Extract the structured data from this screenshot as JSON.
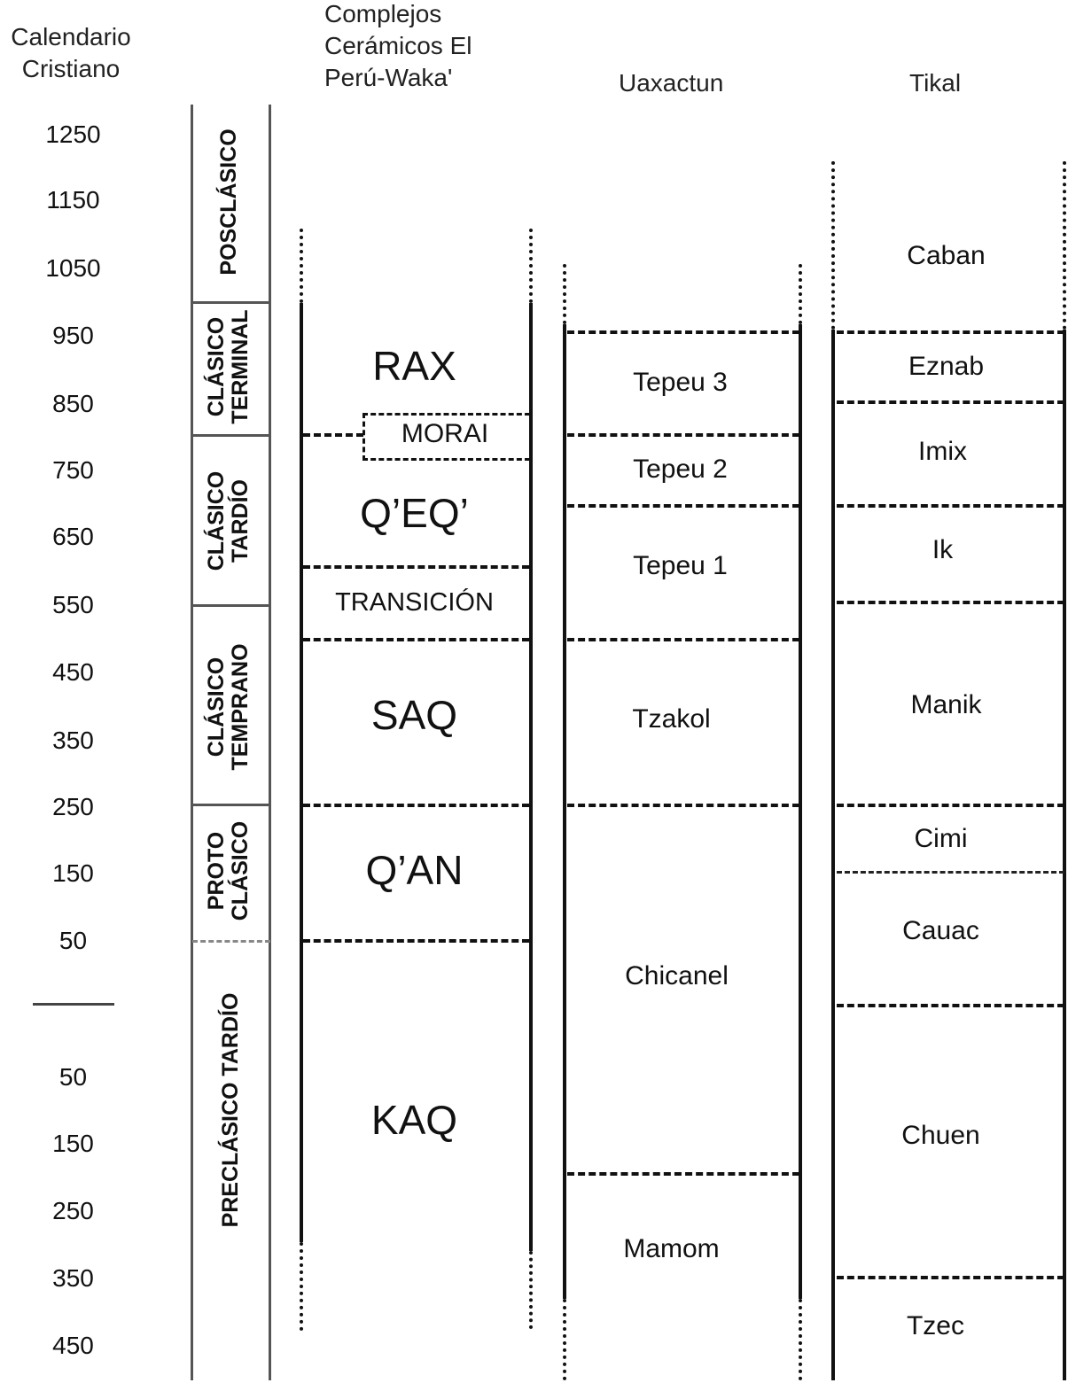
{
  "headers": {
    "calendar": "Calendario Cristiano",
    "peru_waka": "Complejos Cerámicos El Perú-Waka'",
    "uaxactun": "Uaxactun",
    "tikal": "Tikal"
  },
  "years": [
    "1250",
    "1150",
    "1050",
    "950",
    "850",
    "750",
    "650",
    "550",
    "450",
    "350",
    "250",
    "150",
    "50",
    "50",
    "150",
    "250",
    "350",
    "450"
  ],
  "periods": {
    "posclasico": "POSCLÁSICO",
    "clasico_terminal": [
      "CLÁSICO",
      "TERMINAL"
    ],
    "clasico_tardio": [
      "CLÁSICO",
      "TARDÍO"
    ],
    "clasico_temprano": [
      "CLÁSICO",
      "TEMPRANO"
    ],
    "proto_clasico": [
      "PROTO",
      "CLÁSICO"
    ],
    "preclasico_tardio": "PRECLÁSICO TARDÍO"
  },
  "peru_waka_phases": {
    "rax": "RAX",
    "morai": "MORAI",
    "qeq": "Q’EQ’",
    "transicion": "TRANSICIÓN",
    "saq": "SAQ",
    "qan": "Q’AN",
    "kaq": "KAQ"
  },
  "uaxactun_phases": {
    "tepeu3": "Tepeu 3",
    "tepeu2": "Tepeu 2",
    "tepeu1": "Tepeu 1",
    "tzakol": "Tzakol",
    "chicanel": "Chicanel",
    "mamom": "Mamom"
  },
  "tikal_phases": {
    "caban": "Caban",
    "eznab": "Eznab",
    "imix": "Imix",
    "ik": "Ik",
    "manik": "Manik",
    "cimi": "Cimi",
    "cauac": "Cauac",
    "chuen": "Chuen",
    "tzec": "Tzec"
  }
}
